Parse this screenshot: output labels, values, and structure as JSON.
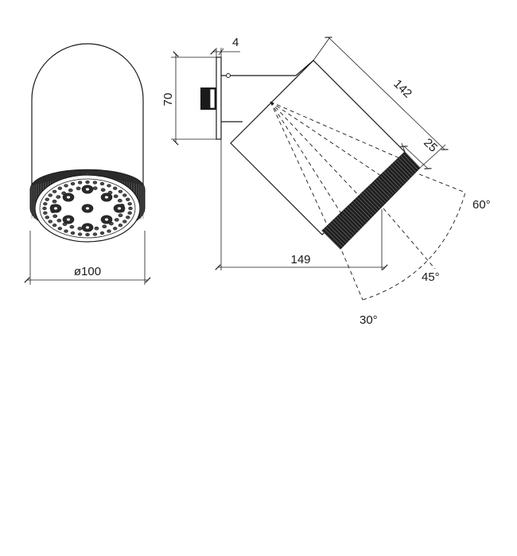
{
  "dimensions": {
    "diameter_label": "ø100",
    "flange_thickness_label": "4",
    "flange_height_label": "70",
    "body_length_label": "142",
    "ring_width_label": "25",
    "projection_label": "149"
  },
  "angles": {
    "a60": "60°",
    "a45": "45°",
    "a30": "30°"
  },
  "colors": {
    "line": "#1a1a1a",
    "background": "#ffffff"
  }
}
